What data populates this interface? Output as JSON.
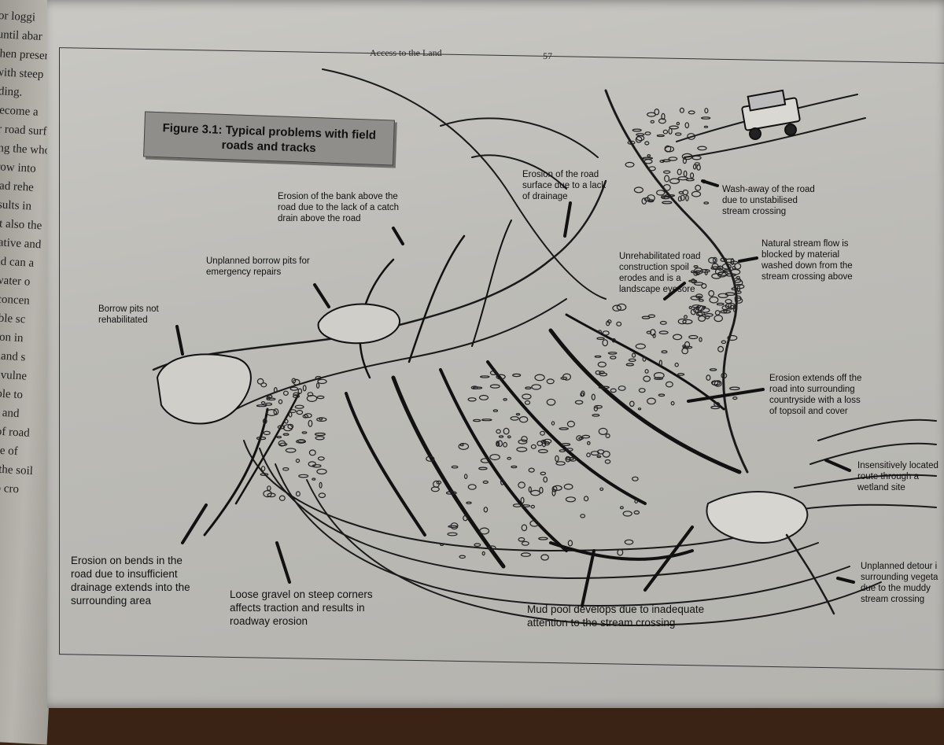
{
  "page": {
    "header": "Access to the Land",
    "page_number": "57"
  },
  "left_page": {
    "fragments": [
      "or loggi",
      "until abar",
      "then preser",
      "with steep",
      "rding.",
      "become a",
      "er road surf",
      "ting the who",
      "grow into",
      "road rehe",
      "results in",
      "but also the",
      "ovative and",
      "road can a",
      "ff water o",
      "of concen",
      "rubble sc",
      "rosion in",
      "wetland s",
      "ces, vulne",
      "eptible to",
      "sand and",
      "nce of road",
      "ucture of",
      "with the soil",
      "p into cro"
    ]
  },
  "figure": {
    "title": "Figure 3.1: Typical problems with field\nroads and tracks",
    "labels": {
      "erosion_surface": "Erosion of the road\nsurface due to a lack\nof drainage",
      "erosion_bank": "Erosion of the bank above the\nroad due to the lack of a catch\ndrain above the road",
      "borrow_pits_emergency": "Unplanned borrow pits for\nemergency repairs",
      "borrow_pits": "Borrow pits not\nrehabilitated",
      "washaway": "Wash-away of the road\ndue to unstabilised\nstream crossing",
      "stream_blocked": "Natural stream flow is\nblocked by material\nwashed down from the\nstream crossing above",
      "spoil": "Unrehabilitated road\nconstruction spoil\nerodes and is a\nlandscape eyesore",
      "erosion_extends": "Erosion extends off the\nroad into surrounding\ncountryside with a loss\nof topsoil and cover",
      "wetland": "Insensitively located\nroute through a\nwetland site",
      "bends": "Erosion on bends in the\nroad due to insufficient\ndrainage extends into the\nsurrounding area",
      "gravel": "Loose gravel on steep corners\naffects traction and results in\nroadway erosion",
      "mud_pool": "Mud pool develops due to inadequate\nattention to the stream crossing",
      "detour": "Unplanned detour i\nsurrounding vegeta\ndue to the muddy\nstream crossing"
    }
  }
}
